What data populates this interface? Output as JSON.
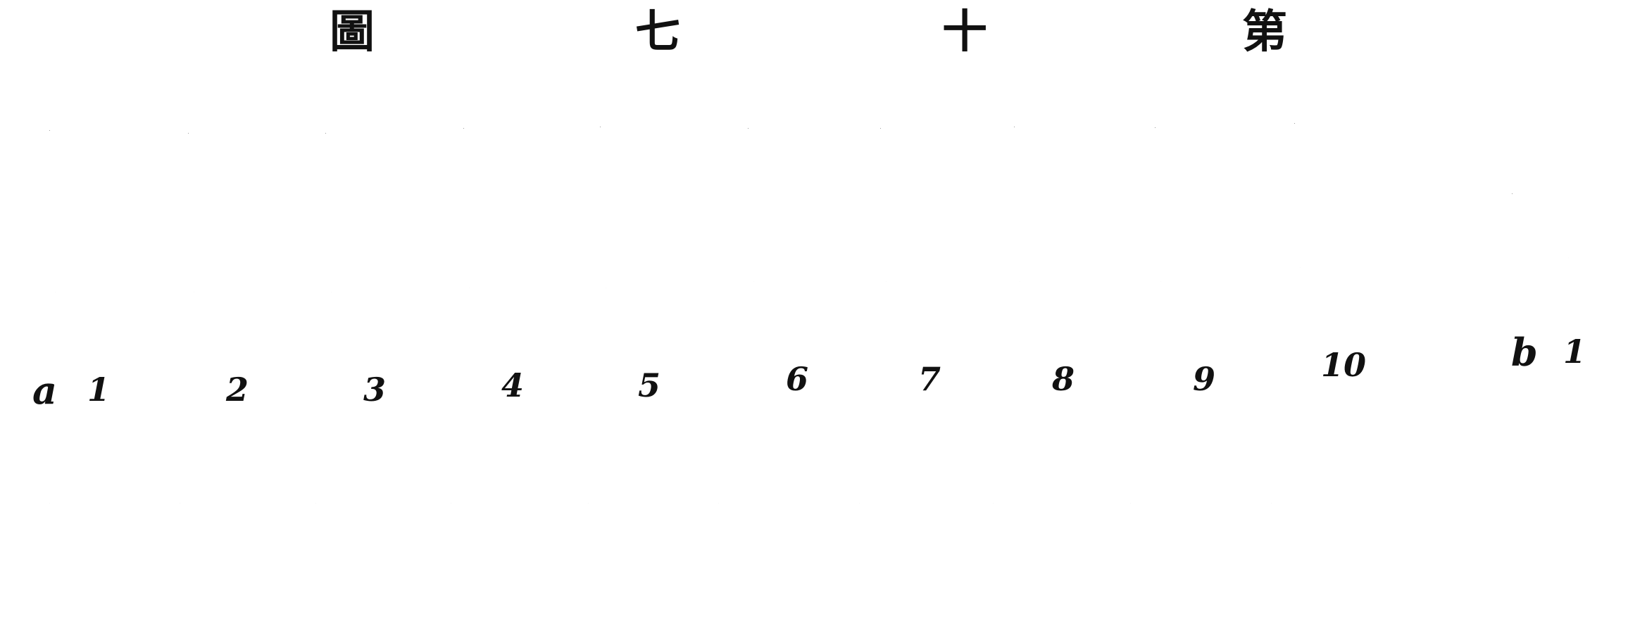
{
  "title_chars": [
    "圖",
    "七",
    "十",
    "第"
  ],
  "row_label": "a",
  "specimens": [
    "1",
    "2",
    "3",
    "4",
    "5",
    "6",
    "7",
    "8",
    "9",
    "10"
  ],
  "variant": {
    "label": "b",
    "number": "1"
  }
}
